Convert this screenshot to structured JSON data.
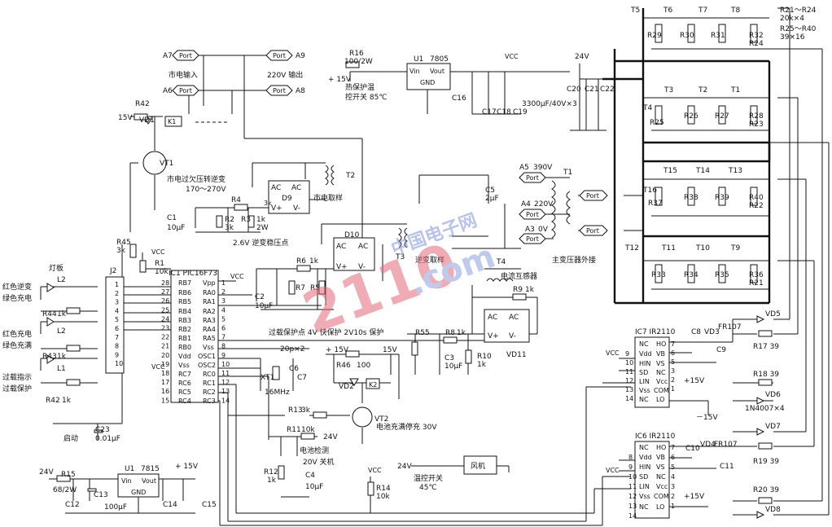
{
  "ports": {
    "a7": "A7",
    "a9": "A9",
    "a6": "A6",
    "a8": "A8",
    "a5": "A5",
    "a4": "A4",
    "a3": "A3",
    "port": "Port",
    "v390": "390V",
    "v220": "220V",
    "v0": "0V"
  },
  "labels": {
    "mains_in": "市电输入",
    "out220": "220V 输出",
    "r16": "R16",
    "r16v": "100/2W",
    "p15": "+ 15V",
    "u1": "U1",
    "u1b": "7805",
    "vin": "Vin",
    "vout": "Vout",
    "gnd": "GND",
    "vcc": "VCC",
    "thermal": "热保护温",
    "thermal2": "控开关 85℃",
    "c16": "C16",
    "c17": "C17",
    "c18": "C18",
    "c19": "C19",
    "cap3300": "3300μF/40V×3",
    "v24": "24V",
    "c20": "C20",
    "c21": "C21",
    "c22": "C22",
    "r42": "R42",
    "v15": "15V",
    "vd1": "VD1",
    "k1": "K1",
    "vt1": "VT1",
    "mains_ovuv": "市电过欠压转逆变",
    "range": "170～270V",
    "d9": "D9",
    "ac": "AC",
    "vp": "V+",
    "vm": "V-",
    "mains_sample": "市电取样",
    "t2": "T2",
    "r4": "R4",
    "r2": "R2",
    "r2v": "3k",
    "r3": "R3",
    "r3v": "1k",
    "r3w": "2W",
    "c1": "C1",
    "c1v": "10μF",
    "stab": "2.6V 逆变稳压点",
    "d10": "D10",
    "t3": "T3",
    "inv_sample": "逆变取样",
    "t1": "T1",
    "c5": "C5",
    "c5v": "2μF",
    "t4": "T4",
    "ct": "电流互感器",
    "main_tf": "主变压器外接",
    "r45": "R45",
    "r45v": "3k",
    "r1": "R1",
    "r1v": "10k",
    "ic1": "IC1 PIC16F73",
    "vpp": "Vpp",
    "vss": "Vss",
    "vdd": "Vdd",
    "ra0": "RA0",
    "ra1": "RA1",
    "ra2": "RA2",
    "ra3": "RA3",
    "ra4": "RA4",
    "ra5": "RA5",
    "rb7": "RB7",
    "rb6": "RB6",
    "rb5": "RB5",
    "rb4": "RB4",
    "rb3": "RB3",
    "rb2": "RB2",
    "rb1": "RB1",
    "rb0": "RB0",
    "rc7": "RC7",
    "rc6": "RC6",
    "rc5": "RC5",
    "rc4": "RC4",
    "osc1": "OSC1",
    "osc2": "OSC2",
    "rc0": "RC0",
    "rc1": "RC1",
    "rc2": "RC2",
    "rc3": "RC3",
    "j2": "J2",
    "lamp": "灯板",
    "red_inv": "红色逆变",
    "green_chg": "绿色充电",
    "red_chg": "红色充电",
    "green_full": "绿色充满",
    "ovl_ind": "过载指示",
    "ovl_prot": "过载保护",
    "l1": "L1",
    "l2": "L2",
    "l3": "L2",
    "r44": "R44",
    "r44v": "1k",
    "r43": "R43",
    "r43v": "1k",
    "r42b": "R42",
    "r42bv": "1k",
    "start": "启动",
    "c23": "C23",
    "c23v": "0.01μF",
    "r6": "R6",
    "r6v": "1k",
    "r7": "R7",
    "r5": "R5",
    "c2": "C2",
    "c2v": "10μF",
    "ovl_point": "过载保护点 4V 快保护 2V10s 保护",
    "xt1": "XT1",
    "mhz": "16MHz",
    "c6": "C6",
    "c7": "C7",
    "c20p": "20p×2",
    "r55": "R55",
    "r8": "R8",
    "r8v": "1k",
    "r10": "R10",
    "r10v": "1k",
    "c3": "C3",
    "c3v": "10μF",
    "vd11": "VD11",
    "r9": "R9",
    "r9v": "1k",
    "r46": "R46",
    "r46v": "100",
    "vd2": "VD2",
    "k2": "K2",
    "p15b": "+ 15V",
    "v15b": "15V",
    "r13": "R13",
    "r13v": "3k",
    "vt2": "VT2",
    "batt_stop": "电池充满停充 30V",
    "r11": "R11",
    "r11v": "10k",
    "v24b": "24V",
    "batt_det": "电池检测",
    "off20": "20V 关机",
    "r12": "R12",
    "r12v": "1k",
    "c4": "C4",
    "c4v": "10μF",
    "r14": "R14",
    "r14v": "10k",
    "v24c": "24V",
    "temp_sw": "温控开关",
    "temp45": "45℃",
    "fan": "风机",
    "u1b_lbl": "U1",
    "u1b_type": "7815",
    "p15c": "+ 15V",
    "r15": "R15",
    "r15v": "68/2W",
    "c12": "C12",
    "c13": "C13",
    "c13v": "100μF",
    "c14": "C14",
    "c15": "C15",
    "v24d": "24V",
    "ic7": "IC7 IR2110",
    "ic6": "IC6 IR2110",
    "nc": "NC",
    "hin": "HIN",
    "lin": "LIN",
    "sd": "SD",
    "ho": "HO",
    "vb": "VB",
    "vs": "VS",
    "vddi": "Vdd",
    "vcci": "Vcc",
    "com": "COM",
    "lo": "LO",
    "c8": "C8",
    "c9": "C9",
    "vd3": "VD3",
    "fr107": "FR107",
    "c10": "C10",
    "c11": "C11",
    "vd4": "VD4",
    "fr107b": "FR107",
    "r17": "R17 39",
    "r18": "R18 39",
    "r19": "R19 39",
    "r20": "R20 39",
    "vd5": "VD5",
    "vd6": "VD6",
    "vd7": "VD7",
    "vd8": "VD8",
    "n4007": "1N4007×4",
    "m15": "－15V",
    "p15d": "+15V",
    "p15e": "+15V",
    "rtab1": "R21～R24",
    "rtab2": "20k×4",
    "rtab3": "R25～R40",
    "rtab4": "39×16",
    "t5": "T5",
    "t6": "T6",
    "t7": "T7",
    "t8": "T8",
    "r29": "R29",
    "r30": "R30",
    "r31": "R31",
    "r32": "R32",
    "r24": "R24",
    "t3b": "T3",
    "t2b": "T2",
    "t1b": "T1",
    "t4b": "T4",
    "r25": "R25",
    "r26": "R26",
    "r27": "R27",
    "r28": "R28",
    "r23": "R23",
    "t15": "T15",
    "t14": "T14",
    "t13": "T13",
    "t16": "T16",
    "r37": "R37",
    "r38": "R38",
    "r39": "R39",
    "r40": "R40",
    "r22": "R22",
    "t12": "T12",
    "t11": "T11",
    "t10": "T10",
    "t9": "T9",
    "r33": "R33",
    "r34": "R34",
    "r35": "R35",
    "r36": "R36",
    "r21": "R21",
    "pin_ic1_l": [
      "28",
      "27",
      "26",
      "25",
      "24",
      "23",
      "22",
      "21",
      "20",
      "19",
      "18",
      "17",
      "16",
      "15"
    ],
    "pin_ic1_r": [
      "1",
      "2",
      "3",
      "4",
      "5",
      "6",
      "7",
      "8",
      "9",
      "10",
      "11",
      "12",
      "13",
      "14"
    ],
    "pin_j2": [
      "1",
      "2",
      "3",
      "4",
      "5",
      "6",
      "7",
      "8",
      "9",
      "10"
    ],
    "pin_ic7_l": [
      "9",
      "10",
      "11",
      "12",
      "13",
      "14"
    ],
    "pin_ic7_r": [
      "7",
      "6",
      "5",
      "3",
      "2",
      "1"
    ],
    "pin_ic6_l": [
      "8",
      "9",
      "10",
      "11",
      "12",
      "13",
      "14"
    ],
    "pin_ic6_r": [
      "7",
      "6",
      "5",
      "4",
      "3",
      "2",
      "1"
    ]
  },
  "watermark": {
    "brand": "2110",
    "site": "中国电子网",
    "dot": ".com"
  }
}
